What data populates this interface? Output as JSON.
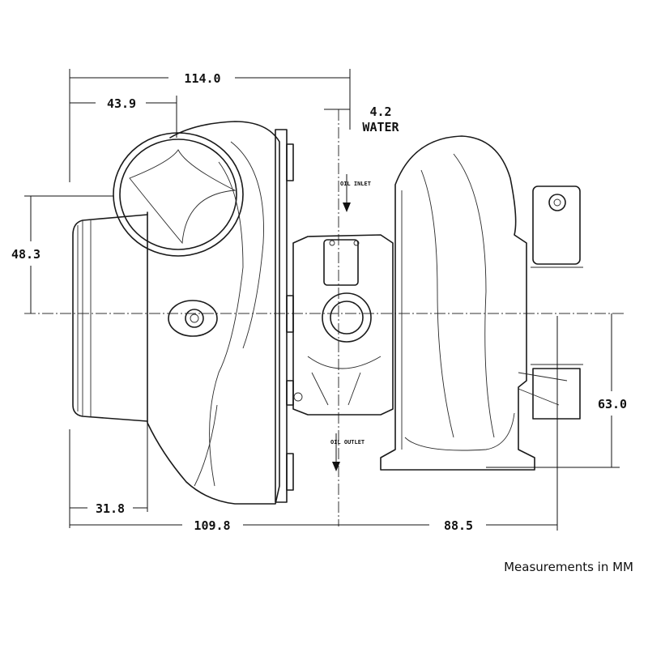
{
  "dimensions": {
    "overall_width": "114.0",
    "inlet_offset": "43.9",
    "water": "4.2",
    "water_label": "WATER",
    "inlet_height": "48.3",
    "outlet_height": "63.0",
    "inlet_depth": "31.8",
    "compressor_side": "109.8",
    "turbine_side": "88.5"
  },
  "ports": {
    "oil_inlet": "OIL INLET",
    "oil_outlet": "OIL OUTLET"
  },
  "footer": {
    "units_note": "Measurements in MM"
  }
}
